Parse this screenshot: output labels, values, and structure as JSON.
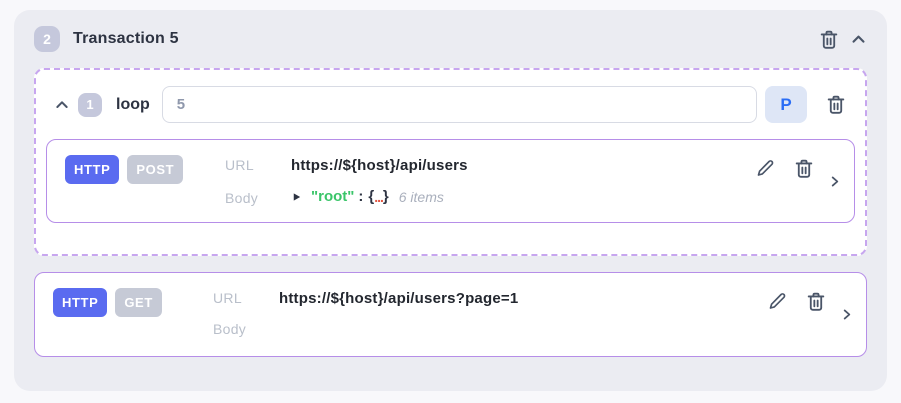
{
  "transaction": {
    "index": "2",
    "title": "Transaction 5"
  },
  "loop": {
    "index": "1",
    "label": "loop",
    "count_value": "5",
    "param_button_label": "P"
  },
  "requests": [
    {
      "protocol": "HTTP",
      "method": "POST",
      "url_label": "URL",
      "url": "https://${host}/api/users",
      "body_label": "Body",
      "body": {
        "key": "\"root\"",
        "colon": ":",
        "open_brace": "{",
        "dots": "...",
        "close_brace": "}",
        "items": "6 items"
      }
    },
    {
      "protocol": "HTTP",
      "method": "GET",
      "url_label": "URL",
      "url": "https://${host}/api/users?page=1",
      "body_label": "Body"
    }
  ],
  "icons": {
    "header": [
      "trash-icon",
      "chevron-up-icon"
    ],
    "loop": [
      "chevron-up-icon",
      "trash-icon"
    ],
    "request_row": [
      "pencil-icon",
      "trash-icon",
      "chevron-right-icon",
      "triangle-expander-icon"
    ]
  },
  "colors": {
    "card_background": "#ebecf2",
    "accent_purple_solid": "#b68ee8",
    "accent_purple_dashed": "#c7a6ef",
    "http_badge_blue": "#5a6bf0",
    "method_badge_gray": "#c6cad6",
    "index_badge_lavender": "#c5c8dc",
    "icon_slate": "#4a5568",
    "json_key_green": "#3ac569",
    "json_dots_orange": "#e25744",
    "p_button_blue": "#2a6df5",
    "p_button_bg": "#dee6f6"
  }
}
